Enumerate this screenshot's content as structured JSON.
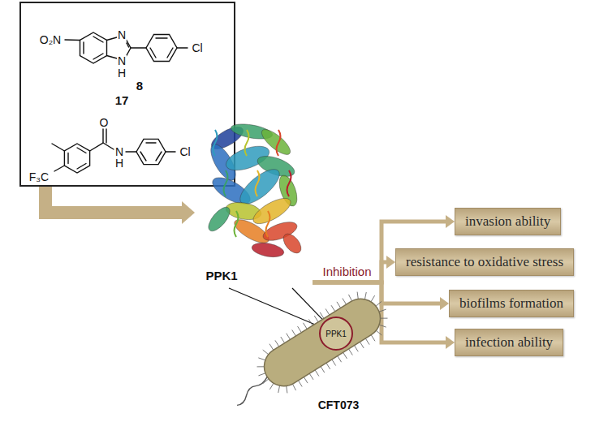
{
  "diagram": {
    "nodes": [
      {
        "text": [
          "8",
          "17"
        ]
      },
      {
        "text": [
          "PPK1"
        ]
      },
      {
        "text": [
          "invasion ability"
        ]
      },
      {
        "text": [
          "resistance to oxidative stress"
        ]
      },
      {
        "text": [
          "biofilms formation"
        ]
      },
      {
        "text": [
          "infection ability"
        ]
      },
      {
        "text": [
          "CFT073"
        ]
      },
      {
        "text": [
          "PPK1"
        ],
        "in": 6
      }
    ],
    "edges": [
      {
        "from": 0,
        "to": 1,
        "arrow": "to"
      },
      {
        "from": 1,
        "to": 2,
        "arrow": "to"
      },
      {
        "from": 1,
        "to": 3,
        "arrow": "to",
        "label": "Inhibition"
      },
      {
        "from": 1,
        "to": 4,
        "arrow": "to"
      },
      {
        "from": 1,
        "to": 5,
        "arrow": "to"
      },
      {
        "from": 1,
        "to": 7,
        "arrow": "none"
      },
      {
        "from": 1,
        "to": 7,
        "arrow": "none"
      }
    ],
    "labels": [
      "O₂N",
      "N",
      "N",
      "H",
      "Cl",
      "F₃C",
      "O",
      "N",
      "H",
      "Cl"
    ]
  }
}
